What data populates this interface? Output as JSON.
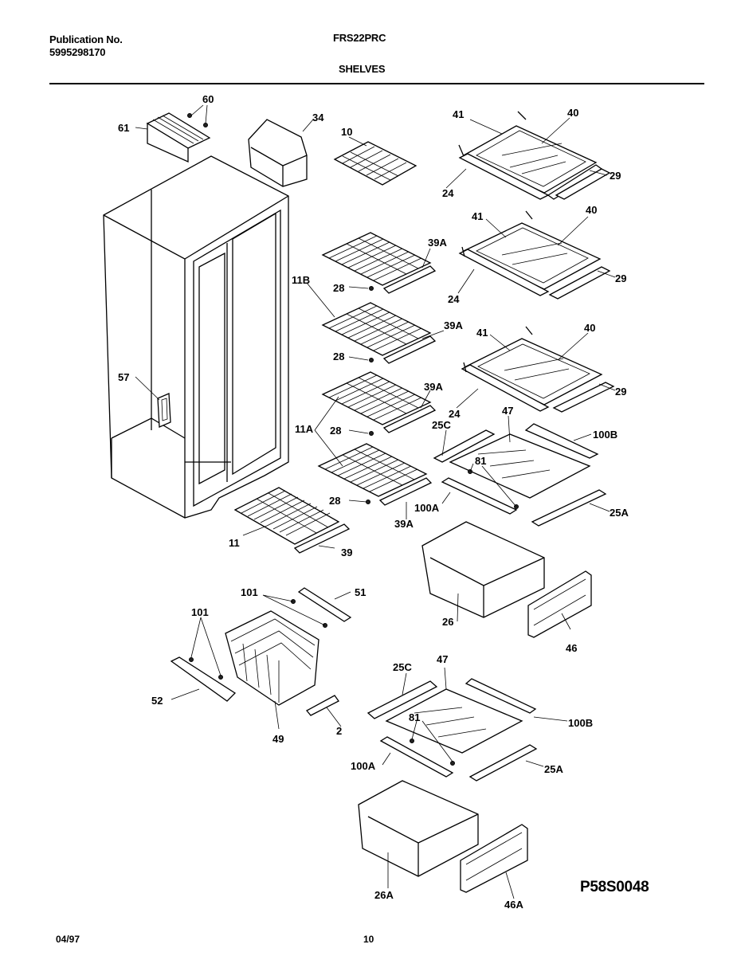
{
  "header": {
    "publication_label": "Publication No.",
    "publication_number": "5995298170",
    "model": "FRS22PRC",
    "section": "SHELVES"
  },
  "footer": {
    "date": "04/97",
    "page": "10",
    "drawing_code": "P58S0048"
  },
  "callouts": {
    "c60": "60",
    "c61": "61",
    "c34": "34",
    "c10": "10",
    "c41a": "41",
    "c40a": "40",
    "c29a": "29",
    "c24a": "24",
    "c41b": "41",
    "c40b": "40",
    "c29b": "29",
    "c24b": "24",
    "c41c": "41",
    "c40c": "40",
    "c29c": "29",
    "c24c": "24",
    "c39Aa": "39A",
    "c11B": "11B",
    "c28a": "28",
    "c39Ab": "39A",
    "c28b": "28",
    "c39Ac": "39A",
    "c11A": "11A",
    "c28c": "28",
    "c28d": "28",
    "c39Ad": "39A",
    "c11": "11",
    "c39": "39",
    "c57": "57",
    "c25Ca": "25C",
    "c47a": "47",
    "c100Ba": "100B",
    "c81a": "81",
    "c100Aa": "100A",
    "c25Aa": "25A",
    "c26": "26",
    "c46": "46",
    "c101a": "101",
    "c51": "51",
    "c101b": "101",
    "c52": "52",
    "c49": "49",
    "c2": "2",
    "c25Cb": "25C",
    "c47b": "47",
    "c100Bb": "100B",
    "c81b": "81",
    "c100Ab": "100A",
    "c25Ab": "25A",
    "c26A": "26A",
    "c46A": "46A"
  }
}
